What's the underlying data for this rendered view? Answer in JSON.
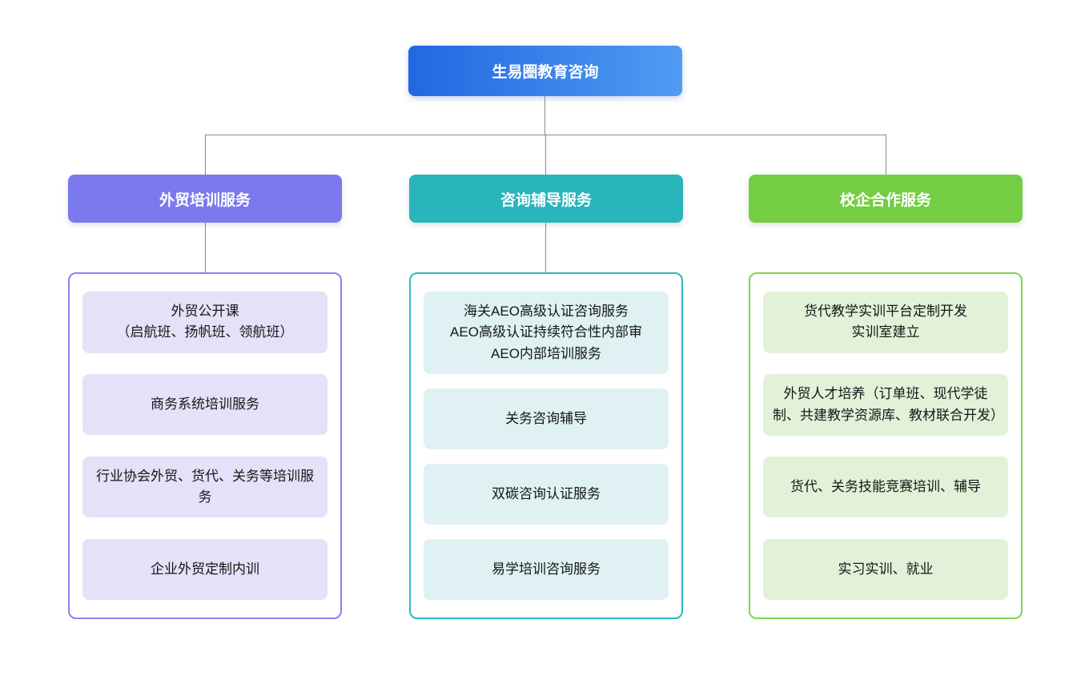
{
  "root": {
    "label": "生易圈教育咨询",
    "colors": {
      "gradient_from": "#2267E1",
      "gradient_to": "#4F9CF3",
      "text": "#FFFFFF"
    }
  },
  "connector_color": "#878C96",
  "branches": [
    {
      "label": "外贸培训服务",
      "colors": {
        "header": "#7A7AEE",
        "border": "#8585F0",
        "item_bg": "#E4E1F8"
      },
      "items": [
        {
          "text": "外贸公开课\n（启航班、扬帆班、领航班）"
        },
        {
          "text": "商务系统培训服务"
        },
        {
          "text": "行业协会外贸、货代、关务等培训服务"
        },
        {
          "text": "企业外贸定制内训"
        }
      ]
    },
    {
      "label": "咨询辅导服务",
      "colors": {
        "header": "#29B5BB",
        "border": "#2FB8BE",
        "item_bg": "#DFF1F3"
      },
      "items": [
        {
          "text": "海关AEO高级认证咨询服务\nAEO高级认证持续符合性内部审\nAEO内部培训服务"
        },
        {
          "text": "关务咨询辅导"
        },
        {
          "text": "双碳咨询认证服务"
        },
        {
          "text": "易学培训咨询服务"
        }
      ]
    },
    {
      "label": "校企合作服务",
      "colors": {
        "header": "#74CD43",
        "border": "#80D351",
        "item_bg": "#E1F2D9"
      },
      "items": [
        {
          "text": "货代教学实训平台定制开发\n实训室建立"
        },
        {
          "text": "外贸人才培养（订单班、现代学徒制、共建教学资源库、教材联合开发）"
        },
        {
          "text": "货代、关务技能竞赛培训、辅导"
        },
        {
          "text": "实习实训、就业"
        }
      ]
    }
  ]
}
